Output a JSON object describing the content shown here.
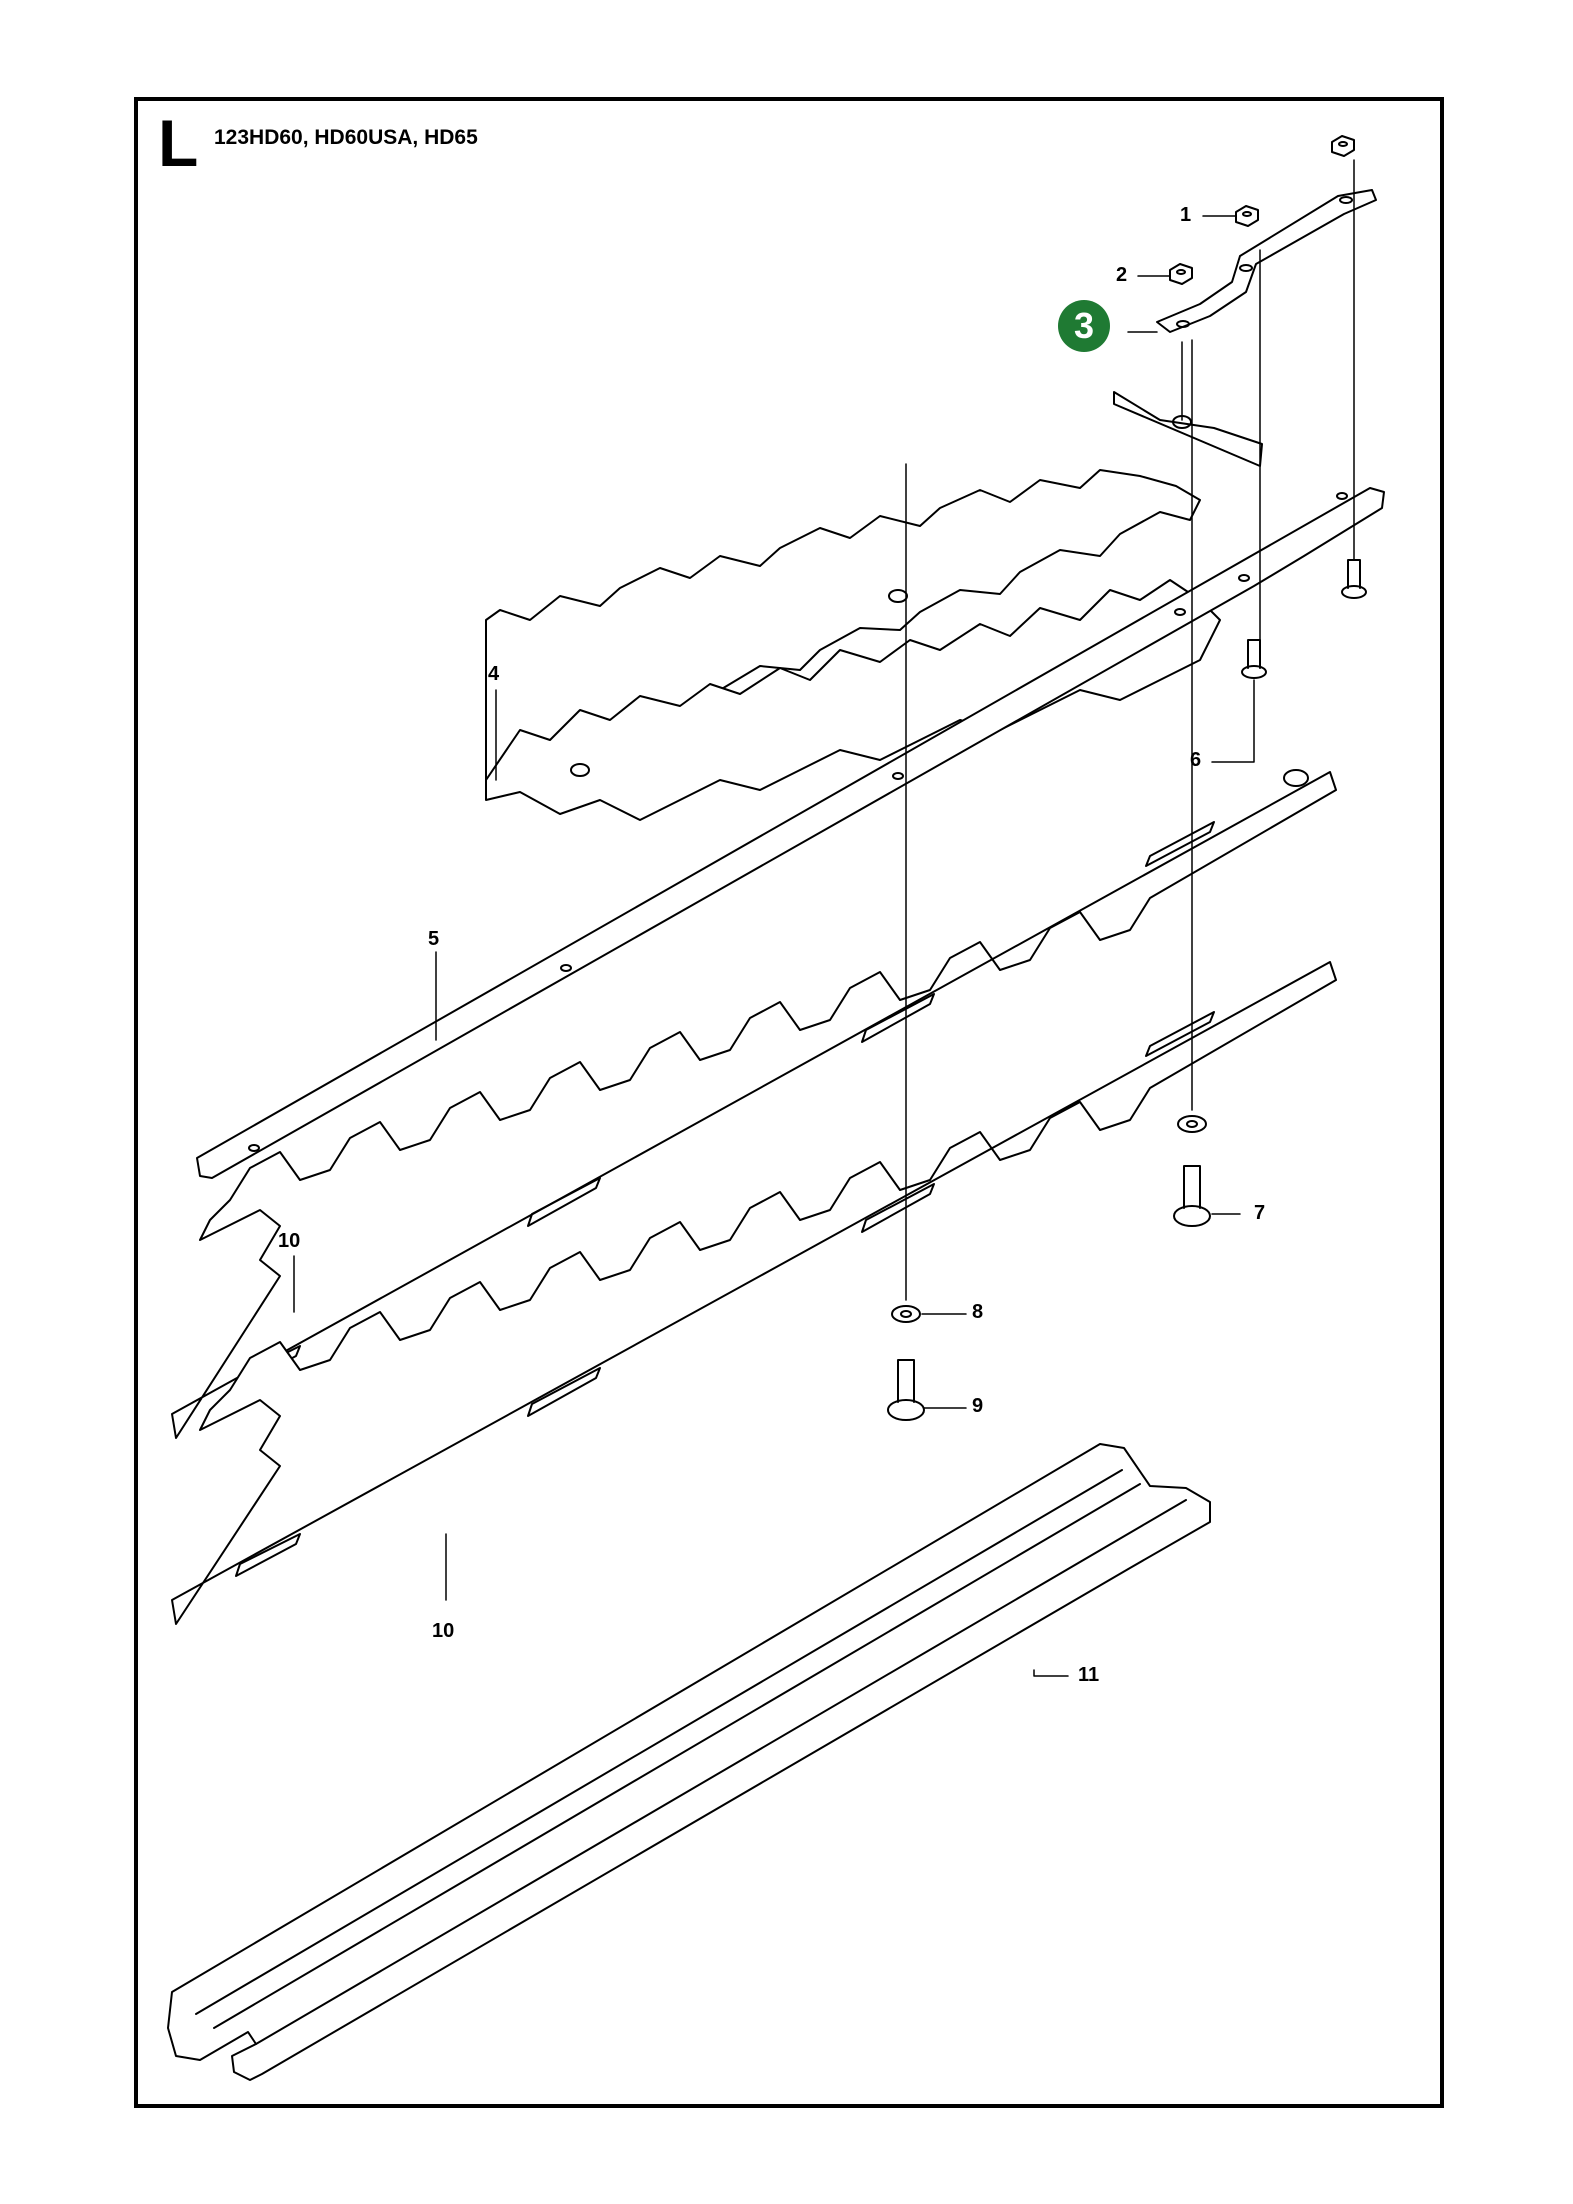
{
  "header": {
    "section_letter": "L",
    "models": "123HD60, HD60USA, HD65"
  },
  "highlight": {
    "number": "3",
    "color": "#1f7a33"
  },
  "callouts": [
    {
      "id": "c1",
      "text": "1"
    },
    {
      "id": "c2",
      "text": "2"
    },
    {
      "id": "c4",
      "text": "4"
    },
    {
      "id": "c5",
      "text": "5"
    },
    {
      "id": "c6",
      "text": "6"
    },
    {
      "id": "c7",
      "text": "7"
    },
    {
      "id": "c8",
      "text": "8"
    },
    {
      "id": "c9",
      "text": "9"
    },
    {
      "id": "c10a",
      "text": "10"
    },
    {
      "id": "c10b",
      "text": "10"
    },
    {
      "id": "c11",
      "text": "11"
    }
  ]
}
